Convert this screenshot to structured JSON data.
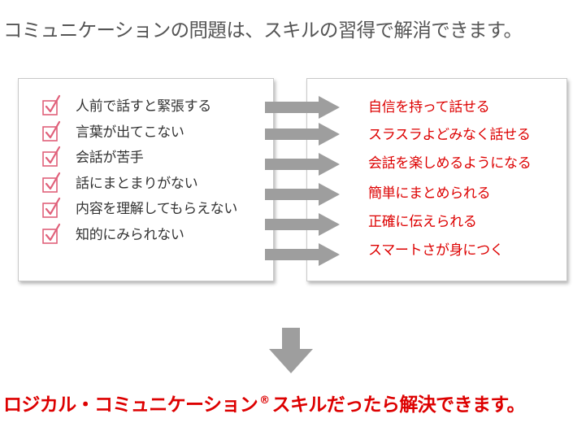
{
  "headline": "コミュニケーションの問題は、スキルの習得で解消できます。",
  "problems": [
    "人前で話すと緊張する",
    "言葉が出てこない",
    "会話が苦手",
    "話にまとまりがない",
    "内容を理解してもらえない",
    "知的にみられない"
  ],
  "solutions": [
    "自信を持って話せる",
    "スラスラよどみなく話せる",
    "会話を楽しめるようになる",
    "簡単にまとめられる",
    "正確に伝えられる",
    "スマートさが身につく"
  ],
  "conclusion": {
    "main": "ロジカル・コミュニケーション",
    "mark": "®",
    "tail": "スキルだったら解決できます。"
  },
  "colors": {
    "accent": "#dd0000",
    "check": "#e0607a",
    "arrow": "#9e9e9e"
  },
  "icons": {
    "check": "checkbox-check-icon",
    "arrow": "right-arrow-icon",
    "down": "down-arrow-icon"
  }
}
